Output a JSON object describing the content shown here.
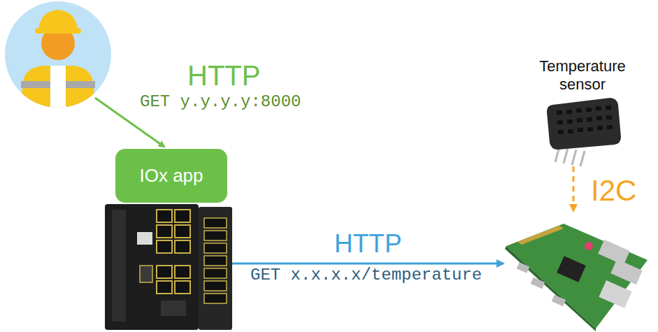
{
  "diagram": {
    "nodes": [
      {
        "text": [
          "IOx app"
        ]
      }
    ],
    "labels": [
      "HTTP",
      "GET y.y.y.y:8000",
      "HTTP",
      "GET x.x.x.x/temperature",
      "I2C",
      "Temperature sensor"
    ]
  }
}
